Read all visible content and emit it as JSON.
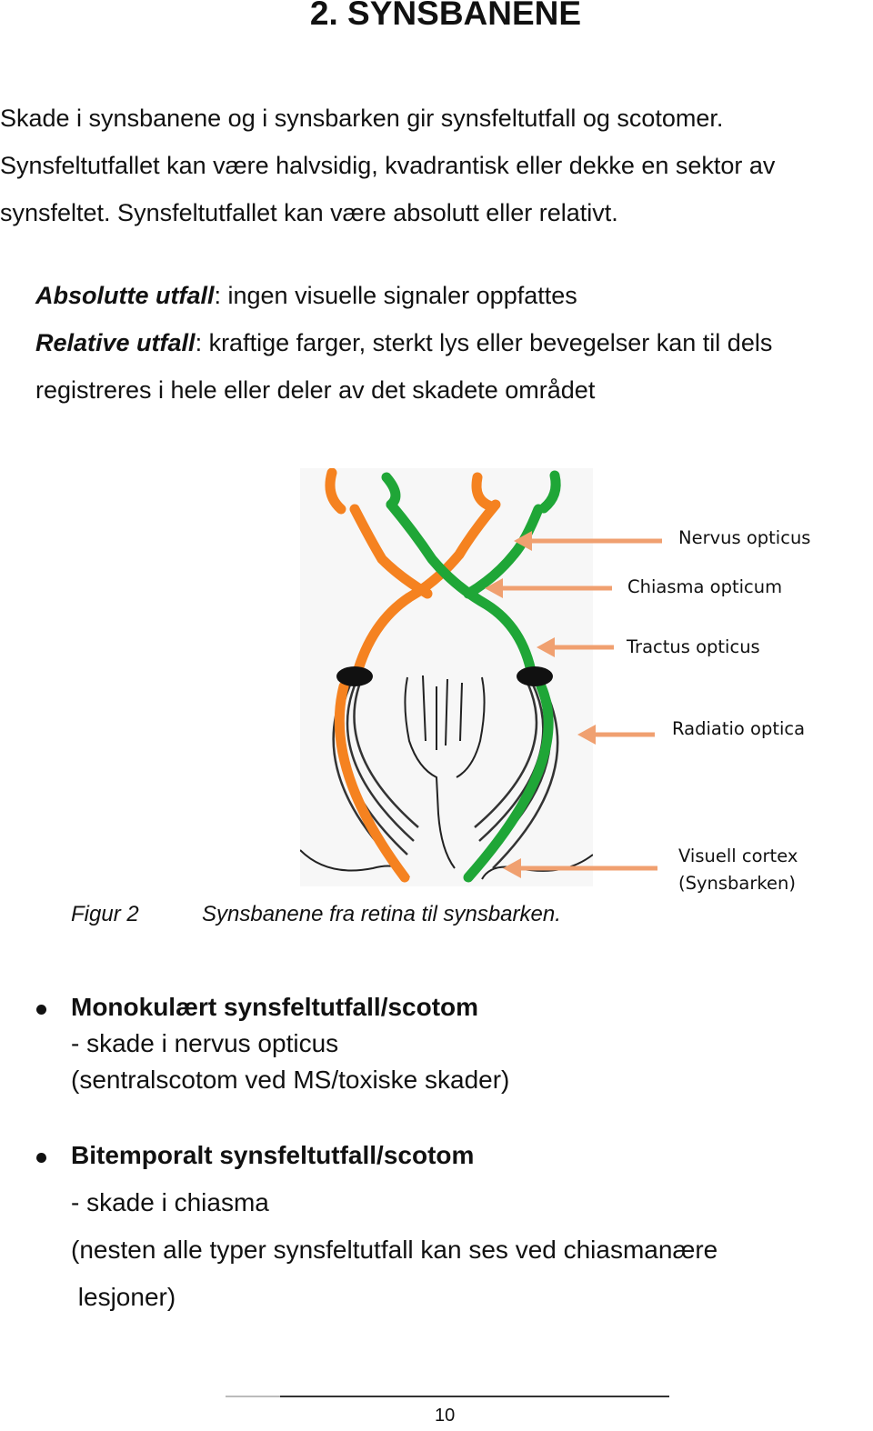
{
  "title": "2. SYNSBANENE",
  "intro": [
    "Skade i synsbanene og i synsbarken gir synsfeltutfall og scotomer.",
    "Synsfeltutfallet kan være halvsidig, kvadrantisk eller dekke en sektor av",
    "synsfeltet. Synsfeltutfallet kan være absolutt eller relativt."
  ],
  "definitions": {
    "absolute_term": "Absolutte utfall",
    "absolute_text": ": ingen visuelle signaler oppfattes",
    "relative_term": "Relative utfall",
    "relative_text": ": kraftige farger, sterkt lys eller bevegelser kan til dels",
    "relative_text_2": "registreres i hele eller deler av det skadete området"
  },
  "figure": {
    "labels": {
      "nervus": "Nervus opticus",
      "chiasma": "Chiasma opticum",
      "tractus": "Tractus opticus",
      "radiatio": "Radiatio optica",
      "cortex_1": "Visuell cortex",
      "cortex_2": "(Synsbarken)"
    },
    "colors": {
      "left_pathway": "#f58220",
      "right_pathway": "#1fa637",
      "arrow": "#f0a070"
    },
    "caption_number": "Figur 2",
    "caption_text": "Synsbanene fra retina til synsbarken."
  },
  "bullets": [
    {
      "heading": "Monokulært synsfeltutfall/scotom",
      "lines": [
        "- skade i nervus opticus",
        "(sentralscotom ved MS/toxiske skader)"
      ]
    },
    {
      "heading": "Bitemporalt synsfeltutfall/scotom",
      "lines": [
        "- skade i chiasma",
        "(nesten alle typer synsfeltutfall kan ses ved chiasmanære",
        " lesjoner)"
      ]
    }
  ],
  "page_number": "10"
}
